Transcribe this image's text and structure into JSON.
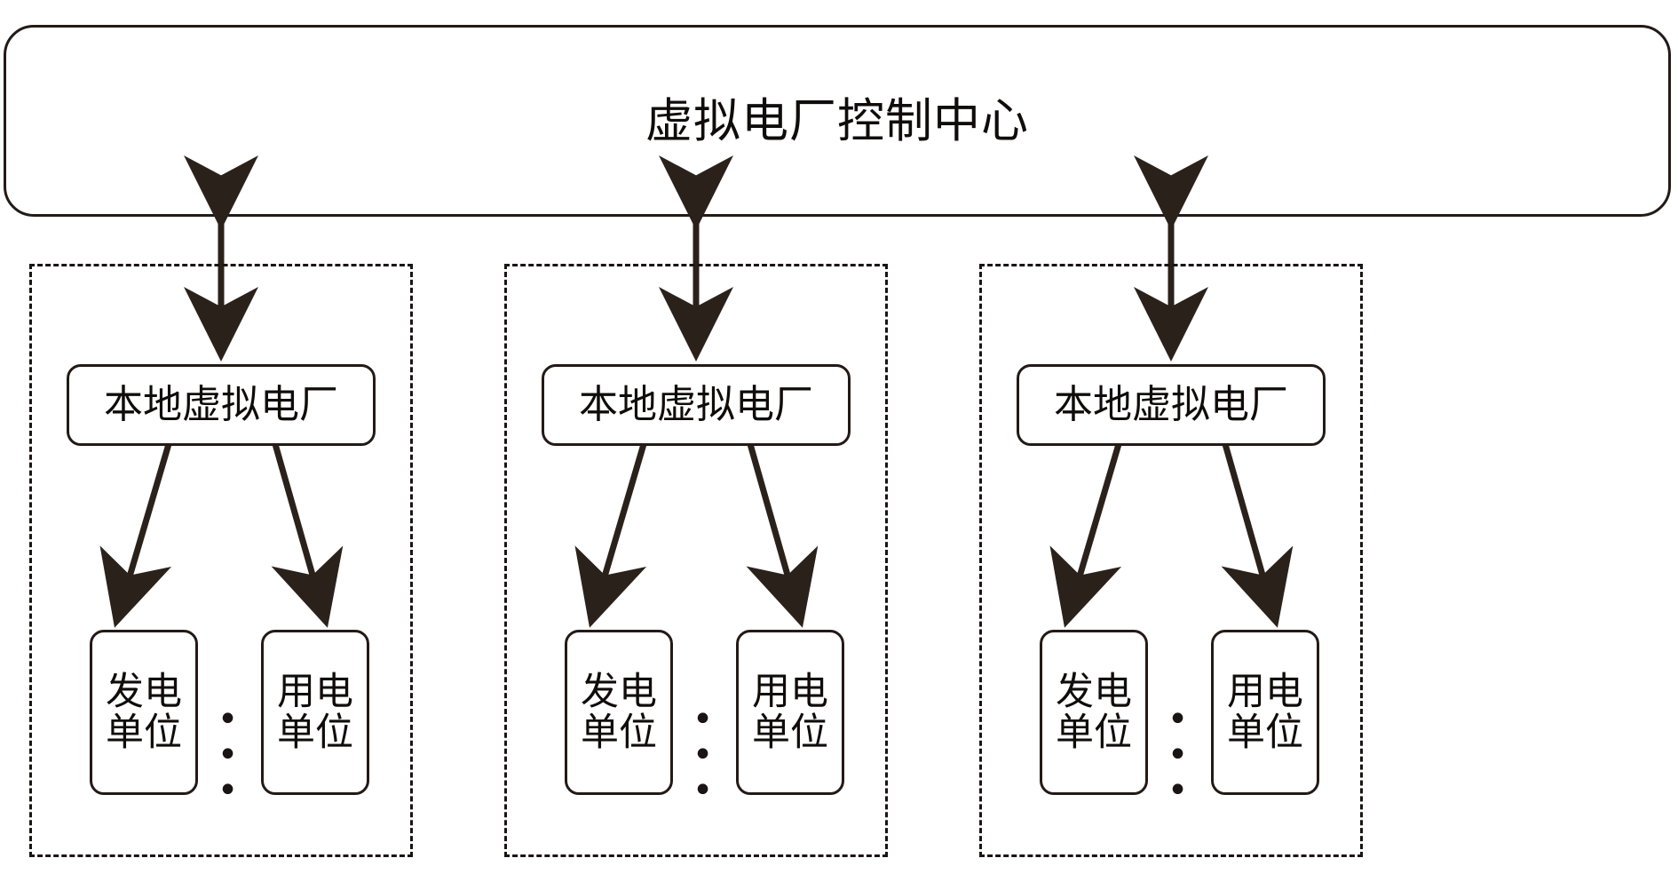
{
  "diagram": {
    "title_box": {
      "label": "虚拟电厂控制中心",
      "shape": "rounded-rectangle",
      "border_color": "#231a16"
    },
    "groups": [
      {
        "id": "group-1",
        "local_vpp_label": "本地虚拟电厂",
        "ellipsis": "• • •",
        "units": [
          {
            "line1": "发电",
            "line2": "单位"
          },
          {
            "line1": "用电",
            "line2": "单位"
          }
        ]
      },
      {
        "id": "group-2",
        "local_vpp_label": "本地虚拟电厂",
        "ellipsis": "• • •",
        "units": [
          {
            "line1": "发电",
            "line2": "单位"
          },
          {
            "line1": "用电",
            "line2": "单位"
          }
        ]
      },
      {
        "id": "group-3",
        "local_vpp_label": "本地虚拟电厂",
        "ellipsis": "• • •",
        "units": [
          {
            "line1": "发电",
            "line2": "单位"
          },
          {
            "line1": "用电",
            "line2": "单位"
          }
        ]
      }
    ],
    "connections": {
      "style": "double-headed-arrow",
      "color": "#2b211b",
      "center_to_local": "bidirectional",
      "local_to_unit": "bidirectional"
    },
    "colors": {
      "background": "#ffffff",
      "stroke": "#231a16",
      "arrow": "#2b211b",
      "text": "#100c0a",
      "dashed_border": "#1a1412"
    }
  }
}
